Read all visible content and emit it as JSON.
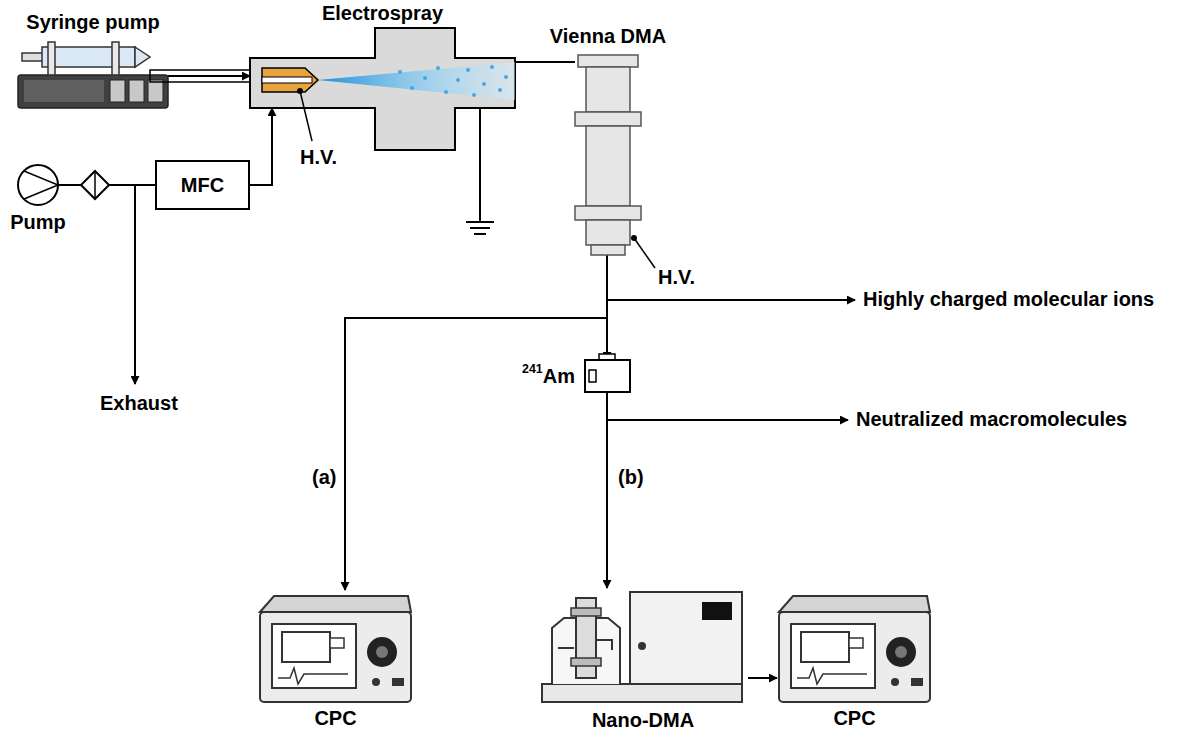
{
  "diagram": {
    "nodes": [
      {
        "text": [
          "Syringe pump"
        ]
      },
      {
        "text": [
          "Electrospray"
        ]
      },
      {
        "text": [
          "Vienna DMA"
        ]
      },
      {
        "text": [
          "MFC"
        ]
      },
      {
        "text": [
          "Pump"
        ]
      },
      {
        "text": [
          "241Am"
        ]
      },
      {
        "text": [
          "CPC"
        ]
      },
      {
        "text": [
          "Nano-DMA"
        ]
      },
      {
        "text": [
          "CPC"
        ]
      }
    ],
    "edges": [
      {
        "from": 0,
        "to": 1,
        "arrow": "to"
      },
      {
        "from": 4,
        "to": 3,
        "arrow": "none"
      },
      {
        "from": 3,
        "to": 1,
        "arrow": "to"
      },
      {
        "from": 1,
        "to": 2,
        "arrow": "none"
      },
      {
        "from": 2,
        "to": 6,
        "arrow": "to"
      },
      {
        "from": 2,
        "to": 5,
        "arrow": "to"
      },
      {
        "from": 5,
        "to": 7,
        "arrow": "to"
      },
      {
        "from": 7,
        "to": 8,
        "arrow": "to"
      }
    ],
    "labels": [
      "H.V.",
      "H.V.",
      "Highly charged molecular ions",
      "Neutralized macromolecules",
      "Exhaust",
      "(a)",
      "(b)"
    ]
  }
}
